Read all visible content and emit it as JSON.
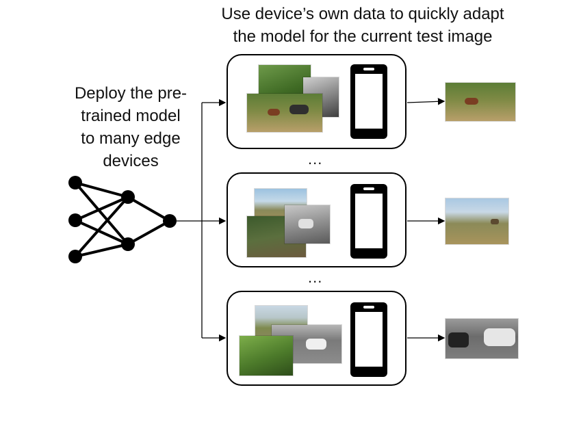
{
  "header": {
    "title_line1": "Use device’s own data to quickly adapt",
    "title_line2": "the model for the current test image"
  },
  "left": {
    "line1": "Deploy the pre-",
    "line2": "trained model",
    "line3": "to many edge",
    "line4": "devices"
  },
  "ellipsis": [
    "...",
    "..."
  ],
  "colors": {
    "forest_green": "#4f7a2e",
    "grass_tan": "#b8a66a",
    "sky_blue": "#9cc2e0",
    "grayscale": "#8a8a8a",
    "ink": "#000000"
  },
  "icons": {
    "network": "neural-network-icon",
    "phone": "smartphone-icon"
  }
}
